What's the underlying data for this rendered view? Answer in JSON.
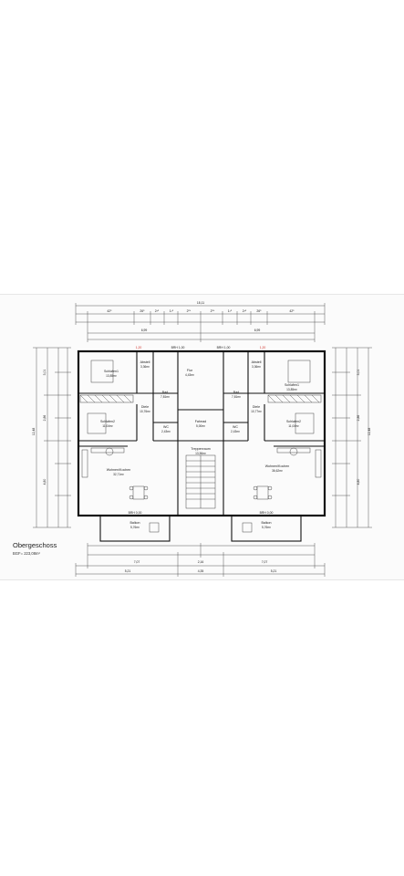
{
  "plan": {
    "title": "Obergeschoss",
    "subtitle": "BGF= 223,08m²"
  },
  "rooms_left": [
    {
      "name": "Schlafen1",
      "area": "13,85m²"
    },
    {
      "name": "Abstell",
      "area": "3,36m²"
    },
    {
      "name": "Bad",
      "area": "7,81m²"
    },
    {
      "name": "Diele",
      "area": "10,76m²"
    },
    {
      "name": "WC",
      "area": "2,43m²"
    },
    {
      "name": "Schlafen2",
      "area": "11,04m²"
    },
    {
      "name": "Wohnen/Kochen",
      "area": "32,71m²"
    },
    {
      "name": "Balkon",
      "area": "5,76m²"
    }
  ],
  "rooms_right": [
    {
      "name": "Schlafen1",
      "area": "13,85m²"
    },
    {
      "name": "Abstell",
      "area": "3,36m²"
    },
    {
      "name": "Bad",
      "area": "7,81m²"
    },
    {
      "name": "Diele",
      "area": "10,77m²"
    },
    {
      "name": "WC",
      "area": "2,43m²"
    },
    {
      "name": "Schlafen2",
      "area": "11,04m²"
    },
    {
      "name": "Wohnen/Kochen",
      "area": "36,62m²"
    },
    {
      "name": "Balkon",
      "area": "5,76m²"
    }
  ],
  "rooms_center": [
    {
      "name": "Flur",
      "area": "4,43m²"
    },
    {
      "name": "Fahrrad",
      "area": "5,00m²"
    },
    {
      "name": "Treppenraum",
      "area": "13,56m²"
    }
  ],
  "top_dims": {
    "overall": "18,11",
    "row1": [
      "42⁵",
      "26⁵",
      "2³⁵",
      "1¹⁵",
      "2⁰⁶",
      "2⁰⁶",
      "1¹⁵",
      "2³⁵",
      "26⁵",
      "42⁵"
    ],
    "row2": [
      "6,99",
      "6,99"
    ]
  },
  "bottom_dims": {
    "row1": [
      "7,07",
      "2,16",
      "7,07"
    ],
    "row2": [
      "5,21",
      "4,35",
      "5,21"
    ]
  },
  "side_dims": {
    "left": [
      "3,01",
      "2,86",
      "4,80",
      "12,48"
    ],
    "right": [
      "3,01",
      "2,86",
      "4,80",
      "12,48"
    ]
  },
  "openings": [
    "BRH 1,00",
    "BRH 0,00",
    "1,20",
    "BRH 0,00"
  ]
}
